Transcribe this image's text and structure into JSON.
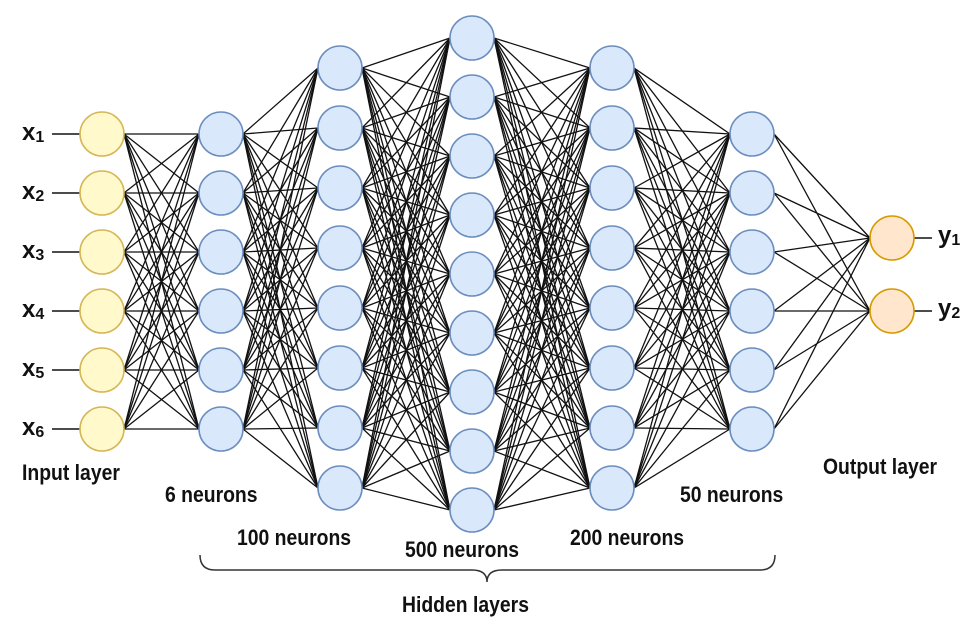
{
  "colors": {
    "input_fill": "#fff9cc",
    "input_stroke": "#d6b656",
    "hidden_fill": "#dae8fc",
    "hidden_stroke": "#6c8ebf",
    "output_fill": "#ffe6cc",
    "output_stroke": "#d79b00",
    "edge": "#111111"
  },
  "inputs": [
    {
      "base": "x",
      "sub": "1"
    },
    {
      "base": "x",
      "sub": "2"
    },
    {
      "base": "x",
      "sub": "3"
    },
    {
      "base": "x",
      "sub": "4"
    },
    {
      "base": "x",
      "sub": "5"
    },
    {
      "base": "x",
      "sub": "6"
    }
  ],
  "outputs": [
    {
      "base": "y",
      "sub": "1"
    },
    {
      "base": "y",
      "sub": "2"
    }
  ],
  "labels": {
    "input_layer": "Input layer",
    "output_layer": "Output layer",
    "hidden_layers": "Hidden layers",
    "h1": "6 neurons",
    "h2": "100 neurons",
    "h3": "500 neurons",
    "h4": "200 neurons",
    "h5": "50 neurons"
  },
  "layers": [
    {
      "type": "input",
      "drawn_nodes": 6
    },
    {
      "type": "hidden",
      "drawn_nodes": 6
    },
    {
      "type": "hidden",
      "drawn_nodes": 8
    },
    {
      "type": "hidden",
      "drawn_nodes": 9
    },
    {
      "type": "hidden",
      "drawn_nodes": 8
    },
    {
      "type": "hidden",
      "drawn_nodes": 6
    },
    {
      "type": "output",
      "drawn_nodes": 2
    }
  ]
}
